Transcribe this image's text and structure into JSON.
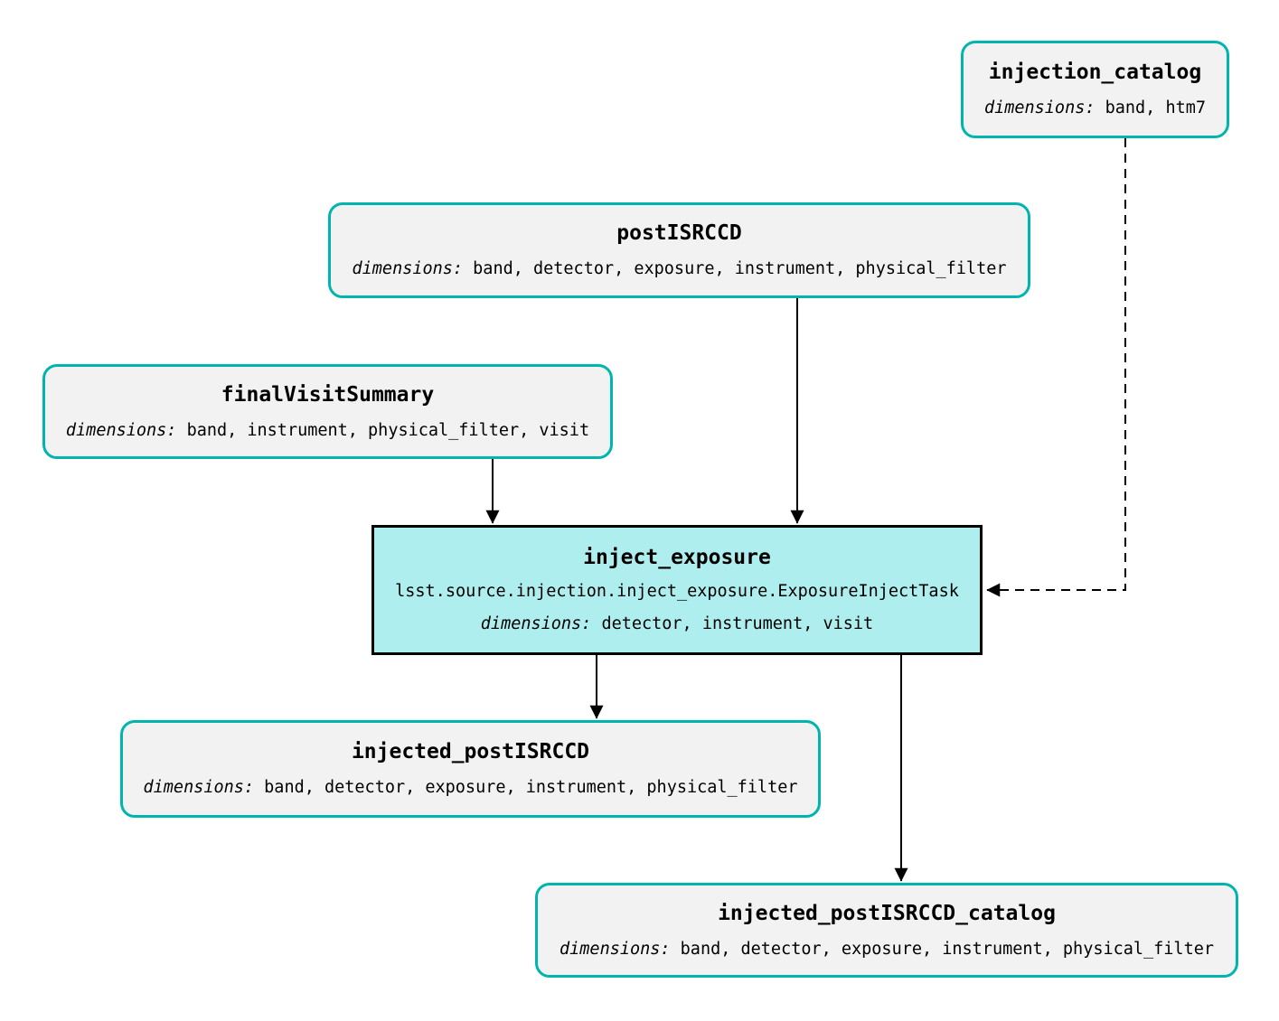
{
  "colors": {
    "background": "#ffffff",
    "dataset_border": "#00b5ad",
    "dataset_fill": "#f2f2f2",
    "task_border": "#000000",
    "task_fill": "#afeeee",
    "edge": "#000000",
    "text": "#000000"
  },
  "diagram": {
    "kind": "pipeline-task-graph",
    "nodes": [
      {
        "id": "injection_catalog",
        "type": "dataset",
        "title": "injection_catalog",
        "dimensions_label": "dimensions:",
        "dimensions": "band, htm7"
      },
      {
        "id": "postISRCCD",
        "type": "dataset",
        "title": "postISRCCD",
        "dimensions_label": "dimensions:",
        "dimensions": "band, detector, exposure, instrument, physical_filter"
      },
      {
        "id": "finalVisitSummary",
        "type": "dataset",
        "title": "finalVisitSummary",
        "dimensions_label": "dimensions:",
        "dimensions": "band, instrument, physical_filter, visit"
      },
      {
        "id": "inject_exposure",
        "type": "task",
        "title": "inject_exposure",
        "task_class": "lsst.source.injection.inject_exposure.ExposureInjectTask",
        "dimensions_label": "dimensions:",
        "dimensions": "detector, instrument, visit"
      },
      {
        "id": "injected_postISRCCD",
        "type": "dataset",
        "title": "injected_postISRCCD",
        "dimensions_label": "dimensions:",
        "dimensions": "band, detector, exposure, instrument, physical_filter"
      },
      {
        "id": "injected_postISRCCD_catalog",
        "type": "dataset",
        "title": "injected_postISRCCD_catalog",
        "dimensions_label": "dimensions:",
        "dimensions": "band, detector, exposure, instrument, physical_filter"
      }
    ],
    "edges": [
      {
        "from": "postISRCCD",
        "to": "inject_exposure",
        "style": "solid"
      },
      {
        "from": "finalVisitSummary",
        "to": "inject_exposure",
        "style": "solid"
      },
      {
        "from": "injection_catalog",
        "to": "inject_exposure",
        "style": "dashed"
      },
      {
        "from": "inject_exposure",
        "to": "injected_postISRCCD",
        "style": "solid"
      },
      {
        "from": "inject_exposure",
        "to": "injected_postISRCCD_catalog",
        "style": "solid"
      }
    ]
  }
}
